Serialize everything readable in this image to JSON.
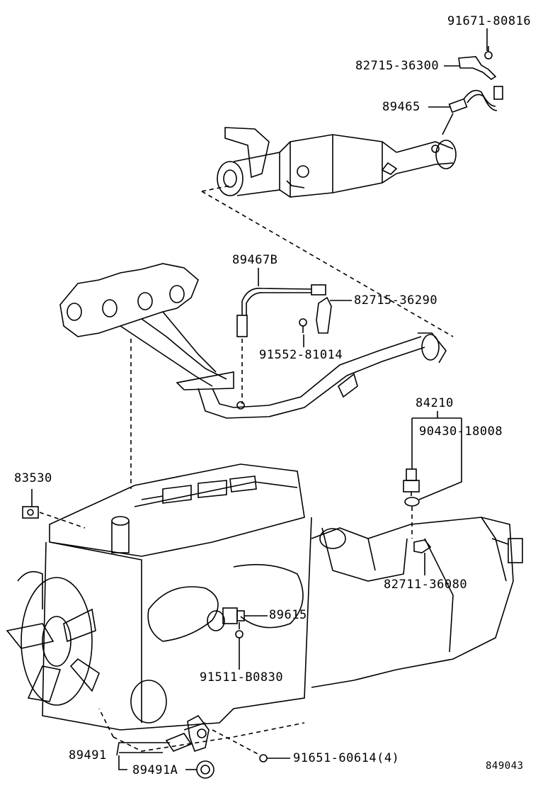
{
  "diagram_id": "849043",
  "labels": {
    "p91671_80816": "91671-80816",
    "p82715_36300": "82715-36300",
    "p89465": "89465",
    "p89467B": "89467B",
    "p82715_36290": "82715-36290",
    "p91552_81014": "91552-81014",
    "p84210": "84210",
    "p90430_18008": "90430-18008",
    "p83530": "83530",
    "p82711_36080": "82711-36080",
    "p89615": "89615",
    "p91511_B0830": "91511-B0830",
    "p89491": "89491",
    "p89491A": "89491A",
    "p91651_60614": "91651-60614(4)"
  }
}
